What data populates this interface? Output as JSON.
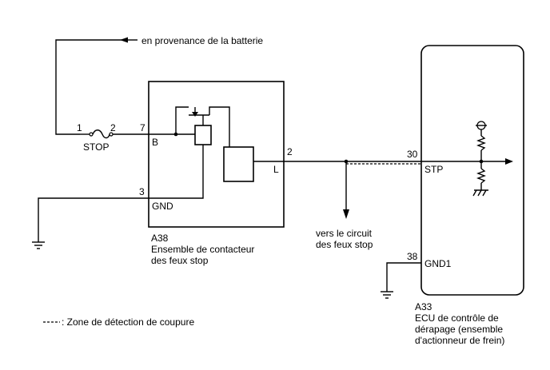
{
  "battery_label": "en provenance de la batterie",
  "fuse": {
    "label": "STOP",
    "pin_left": "1",
    "pin_right": "2"
  },
  "switch_a38": {
    "code": "A38",
    "name_line1": "Ensemble de contacteur",
    "name_line2": "des feux stop",
    "pin_b_number": "7",
    "pin_b_label": "B",
    "pin_gnd_number": "3",
    "pin_gnd_label": "GND",
    "pin_l_number": "2",
    "pin_l_label": "L"
  },
  "stop_circuit": {
    "line1": "vers le circuit",
    "line2": "des feux stop"
  },
  "ecu_a33": {
    "code": "A33",
    "name_line1": "ECU de contrôle de",
    "name_line2": "dérapage (ensemble",
    "name_line3": "d'actionneur de frein)",
    "pin_stp_number": "30",
    "pin_stp_label": "STP",
    "pin_gnd1_number": "38",
    "pin_gnd1_label": "GND1"
  },
  "legend": {
    "text": ": Zone de détection de coupure"
  }
}
